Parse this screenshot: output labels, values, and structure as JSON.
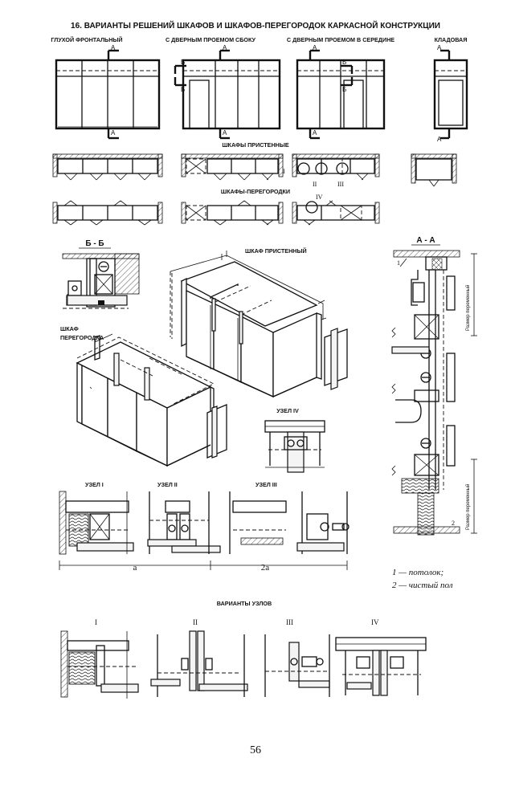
{
  "page": {
    "title": "16. ВАРИАНТЫ РЕШЕНИЙ ШКАФОВ И ШКАФОВ-ПЕРЕГОРОДОК КАРКАСНОЙ КОНСТРУКЦИИ",
    "page_number": "56"
  },
  "elevations": {
    "col1": "ГЛУХОЙ ФРОНТАЛЬНЫЙ",
    "col2": "С ДВЕРНЫМ ПРОЕМОМ  СБОКУ",
    "col3": "С ДВЕРНЫМ ПРОЕМОМ  В СЕРЕДИНЕ",
    "col4": "КЛАДОВАЯ",
    "mark_a": "А",
    "mark_b": "Б"
  },
  "plans": {
    "row1_label": "ШКАФЫ ПРИСТЕННЫЕ",
    "row2_label": "ШКАФЫ-ПЕРЕГОРОДКИ",
    "node1": "I",
    "node2": "II",
    "node3": "III",
    "node4": "IV"
  },
  "sections": {
    "bb": "Б - Б",
    "aa": "А - А",
    "wall_cabinet": "ШКАФ ПРИСТЕННЫЙ",
    "partition_line1": "ШКАФ",
    "partition_line2": "ПЕРЕГОРОДКА",
    "size_variable": "Размер переменный",
    "mark1": "1",
    "mark2": "2"
  },
  "nodes": {
    "node1": "УЗЕЛ  I",
    "node2": "УЗЕЛ  II",
    "node3": "УЗЕЛ  III",
    "node4": "УЗЕЛ  IV",
    "dim_a": "а",
    "dim_2a": "2а"
  },
  "legend": {
    "item1": "1 — потолок;",
    "item2": "2 — чистый пол"
  },
  "variants": {
    "title": "ВАРИАНТЫ УЗЛОВ",
    "v1": "I",
    "v2": "II",
    "v3": "III",
    "v4": "IV"
  }
}
